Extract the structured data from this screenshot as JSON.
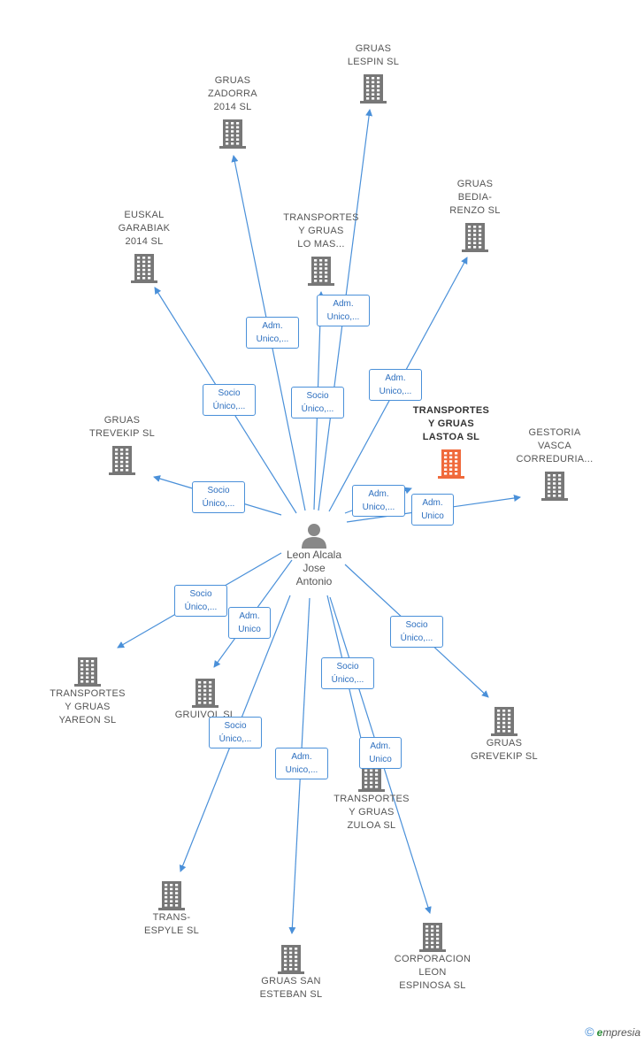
{
  "center": {
    "name": "Leon Alcala\nJose\nAntonio"
  },
  "companies": [
    {
      "id": "lespin",
      "name": "GRUAS\nLESPIN SL"
    },
    {
      "id": "zadorra",
      "name": "GRUAS\nZADORRA\n2014 SL"
    },
    {
      "id": "bedia",
      "name": "GRUAS\nBEDIA-\nRENZO SL"
    },
    {
      "id": "euskal",
      "name": "EUSKAL\nGARABIAK\n2014 SL"
    },
    {
      "id": "lomas",
      "name": "TRANSPORTES\nY GRUAS\nLO MAS..."
    },
    {
      "id": "trevekip",
      "name": "GRUAS\nTREVEKIP SL"
    },
    {
      "id": "lastoa",
      "name": "TRANSPORTES\nY GRUAS\nLASTOA SL",
      "highlight": true
    },
    {
      "id": "gestoria",
      "name": "GESTORIA\nVASCA\nCORREDURIA..."
    },
    {
      "id": "yareon",
      "name": "TRANSPORTES\nY GRUAS\nYAREON SL"
    },
    {
      "id": "gruivol",
      "name": "GRUIVOL SL"
    },
    {
      "id": "grevekip",
      "name": "GRUAS\nGREVEKIP SL"
    },
    {
      "id": "zuloa",
      "name": "TRANSPORTES\nY GRUAS\nZULOA SL"
    },
    {
      "id": "espyle",
      "name": "TRANS-\nESPYLE SL"
    },
    {
      "id": "sanesteban",
      "name": "GRUAS SAN\nESTEBAN SL"
    },
    {
      "id": "leon",
      "name": "CORPORACION\nLEON\nESPINOSA SL"
    }
  ],
  "relations": [
    {
      "to": "lespin",
      "label": "Adm.\nUnico,..."
    },
    {
      "to": "zadorra",
      "label": "Adm.\nUnico,..."
    },
    {
      "to": "bedia",
      "label": "Adm.\nUnico,..."
    },
    {
      "to": "euskal",
      "label": "Socio\nÚnico,..."
    },
    {
      "to": "lomas",
      "label": "Socio\nÚnico,..."
    },
    {
      "to": "trevekip",
      "label": "Socio\nÚnico,..."
    },
    {
      "to": "lastoa",
      "label": "Adm.\nUnico,..."
    },
    {
      "to": "gestoria",
      "label": "Adm.\nUnico"
    },
    {
      "to": "yareon",
      "label": "Socio\nÚnico,..."
    },
    {
      "to": "gruivol",
      "label": "Adm.\nUnico"
    },
    {
      "to": "grevekip",
      "label": "Socio\nÚnico,..."
    },
    {
      "to": "zuloa",
      "label": "Socio\nÚnico,..."
    },
    {
      "to": "zuloa",
      "label": "Adm.\nUnico"
    },
    {
      "to": "espyle",
      "label": "Socio\nÚnico,..."
    },
    {
      "to": "sanesteban",
      "label": "Adm.\nUnico,..."
    }
  ],
  "footer": {
    "copyright": "©",
    "brand_e": "e",
    "brand_rest": "mpresia"
  },
  "colors": {
    "edge": "#4a90d9",
    "building": "#777777",
    "building_highlight": "#f06a3c",
    "person": "#888888"
  }
}
